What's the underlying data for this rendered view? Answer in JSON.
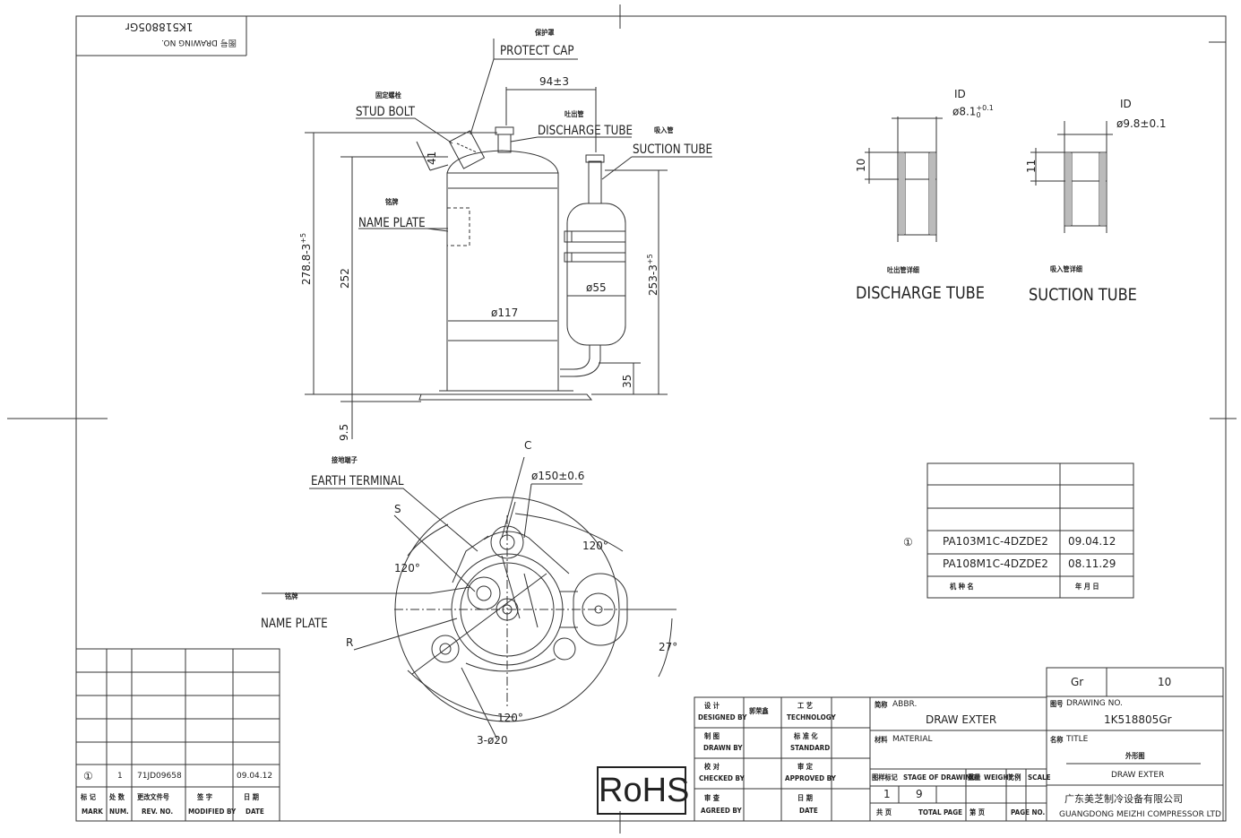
{
  "title_block_top": {
    "drawing_no_label_cn": "图号",
    "drawing_no_label": "DRAWING NO.",
    "drawing_no": "1K518805Gr"
  },
  "side_view": {
    "labels": [
      {
        "cn": "保护罩",
        "en": "PROTECT CAP"
      },
      {
        "cn": "固定螺栓",
        "en": "STUD BOLT"
      },
      {
        "cn": "吐出管",
        "en": "DISCHARGE TUBE"
      },
      {
        "cn": "吸入管",
        "en": "SUCTION TUBE"
      },
      {
        "cn": "铭牌",
        "en": "NAME PLATE"
      }
    ],
    "dims": {
      "d94": "94±3",
      "d41": "41",
      "h278": "278.8-3",
      "h278_tol": "+5",
      "h252": "252",
      "h253": "253-3",
      "h253_tol": "+5",
      "dia117": "ø117",
      "dia55": "ø55",
      "h35": "35",
      "h95": "9.5"
    }
  },
  "tube_details": {
    "discharge": {
      "cn": "吐出管详细",
      "en": "DISCHARGE TUBE",
      "id": "ID",
      "dia": "ø8.1",
      "tol_up": "+0.1",
      "tol_dn": "0",
      "h": "10"
    },
    "suction": {
      "cn": "吸入管详细",
      "en": "SUCTION TUBE",
      "id": "ID",
      "dia": "ø9.8±0.1",
      "h": "11"
    }
  },
  "top_view": {
    "labels": [
      {
        "cn": "接地端子",
        "en": "EARTH TERMINAL"
      },
      {
        "cn": "铭牌",
        "en": "NAME PLATE"
      }
    ],
    "letters": {
      "c": "C",
      "s": "S",
      "r": "R"
    },
    "dims": {
      "dia150": "ø150±0.6",
      "a120a": "120°",
      "a120b": "120°",
      "a120c": "120°",
      "a27": "27°",
      "holes": "3-ø20"
    }
  },
  "model_table": {
    "mark": "①",
    "rows": [
      {
        "model": "PA103M1C-4DZDE2",
        "date": "09.04.12"
      },
      {
        "model": "PA108M1C-4DZDE2",
        "date": "08.11.29"
      }
    ],
    "footer": {
      "model_cn": "机 种 名",
      "date_cn": "年 月 日"
    }
  },
  "revision_table": {
    "row": {
      "mark": "①",
      "num": "1",
      "rev": "71JD09658",
      "mod": "",
      "date": "09.04.12"
    },
    "headers": [
      {
        "cn": "标 记",
        "en": "MARK"
      },
      {
        "cn": "处 数",
        "en": "NUM."
      },
      {
        "cn": "更改文件号",
        "en": "REV. NO."
      },
      {
        "cn": "签 字",
        "en": "MODIFIED BY"
      },
      {
        "cn": "日 期",
        "en": "DATE"
      }
    ]
  },
  "rohs": "RoHS",
  "sign_block": [
    {
      "cn": "设 计",
      "en": "DESIGNED BY",
      "extra": "郭荣鑫"
    },
    {
      "cn": "制 图",
      "en": "DRAWN BY"
    },
    {
      "cn": "校 对",
      "en": "CHECKED BY"
    },
    {
      "cn": "审 查",
      "en": "AGREED BY"
    }
  ],
  "sign_block2": [
    {
      "cn": "工 艺",
      "en": "TECHNOLOGY"
    },
    {
      "cn": "标 准 化",
      "en": "STANDARD"
    },
    {
      "cn": "审 定",
      "en": "APPROVED BY"
    },
    {
      "cn": "日 期",
      "en": "DATE"
    }
  ],
  "info_block": {
    "abbr_cn": "简称",
    "abbr": "ABBR.",
    "abbr_val": "DRAW EXTER",
    "material_cn": "材料",
    "material": "MATERIAL",
    "stage_cn": "图样标记",
    "stage": "STAGE OF DRAWING",
    "weight_cn": "重量",
    "weight": "WEIGHT",
    "scale_cn": "比例",
    "scale": "SCALE",
    "stage_val": "1",
    "weight_val": "9",
    "total_cn": "共 页",
    "total": "TOTAL PAGE",
    "page_cn": "第 页",
    "page": "PAGE NO."
  },
  "title_block": {
    "gr": "Gr",
    "gr_val": "10",
    "dno_cn": "图号",
    "dno": "DRAWING NO.",
    "dno_val": "1K518805Gr",
    "title_cn": "名称",
    "title": "TITLE",
    "title_val_cn": "外形图",
    "title_val": "DRAW EXTER",
    "company_cn": "广东美芝制冷设备有限公司",
    "company": "GUANGDONG MEIZHI COMPRESSOR LTD"
  }
}
